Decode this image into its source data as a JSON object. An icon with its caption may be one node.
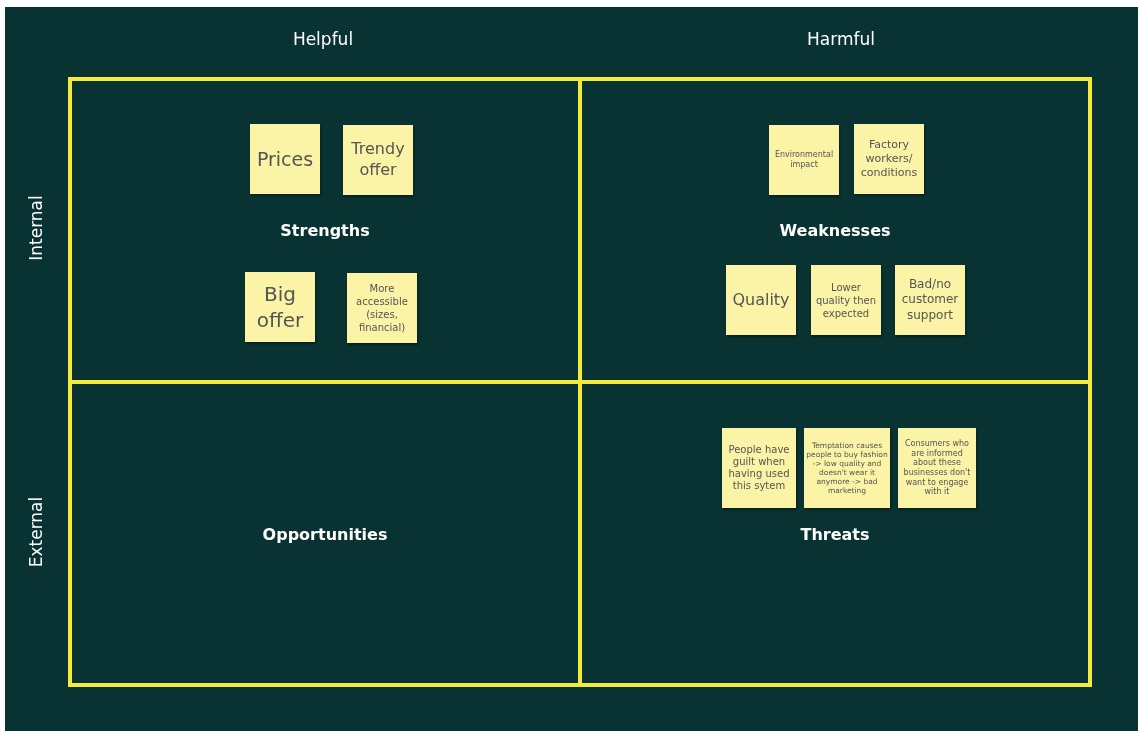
{
  "diagram": {
    "nodes": [
      {
        "text": [
          "Strengths"
        ]
      },
      {
        "text": [
          "Prices"
        ],
        "in": 0
      },
      {
        "text": [
          "Trendy offer"
        ],
        "in": 0
      },
      {
        "text": [
          "Big offer"
        ],
        "in": 0
      },
      {
        "text": [
          "More accessible (sizes, financial)"
        ],
        "in": 0
      },
      {
        "text": [
          "Weaknesses"
        ]
      },
      {
        "text": [
          "Environmental impact"
        ],
        "in": 5
      },
      {
        "text": [
          "Factory workers/ conditions"
        ],
        "in": 5
      },
      {
        "text": [
          "Quality"
        ],
        "in": 5
      },
      {
        "text": [
          "Lower quality then expected"
        ],
        "in": 5
      },
      {
        "text": [
          "Bad/no customer support"
        ],
        "in": 5
      },
      {
        "text": [
          "Opportunities"
        ]
      },
      {
        "text": [
          "Threats"
        ]
      },
      {
        "text": [
          "People have guilt when having used this sytem"
        ],
        "in": 12
      },
      {
        "text": [
          "Temptation causes people to buy fashion -> low quality and doesn't wear it anymore -> bad marketing"
        ],
        "in": 12
      },
      {
        "text": [
          "Consumers who are informed about these businesses don't want to engage with it"
        ],
        "in": 12
      }
    ],
    "edges": [],
    "labels": [
      "Helpful",
      "Harmful",
      "Internal",
      "External"
    ]
  }
}
